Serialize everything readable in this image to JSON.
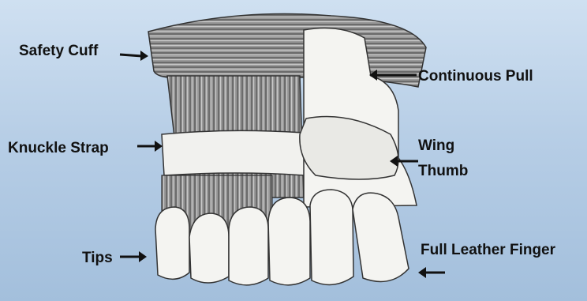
{
  "labels": {
    "safety_cuff": "Safety Cuff",
    "continuous_pull": "Continuous Pull",
    "knuckle_strap": "Knuckle Strap",
    "wing_thumb_line1": "Wing",
    "wing_thumb_line2": "Thumb",
    "tips": "Tips",
    "full_leather_finger": "Full Leather Finger"
  },
  "colors": {
    "background_top": "#cfe0f1",
    "background_bottom": "#a3bfdc",
    "leather": "#f4f4f1",
    "striped_fabric": "#8c8c8c",
    "label_text": "#111111"
  },
  "icons": [
    "glove-illustration",
    "arrow-right-icon",
    "arrow-left-icon"
  ]
}
